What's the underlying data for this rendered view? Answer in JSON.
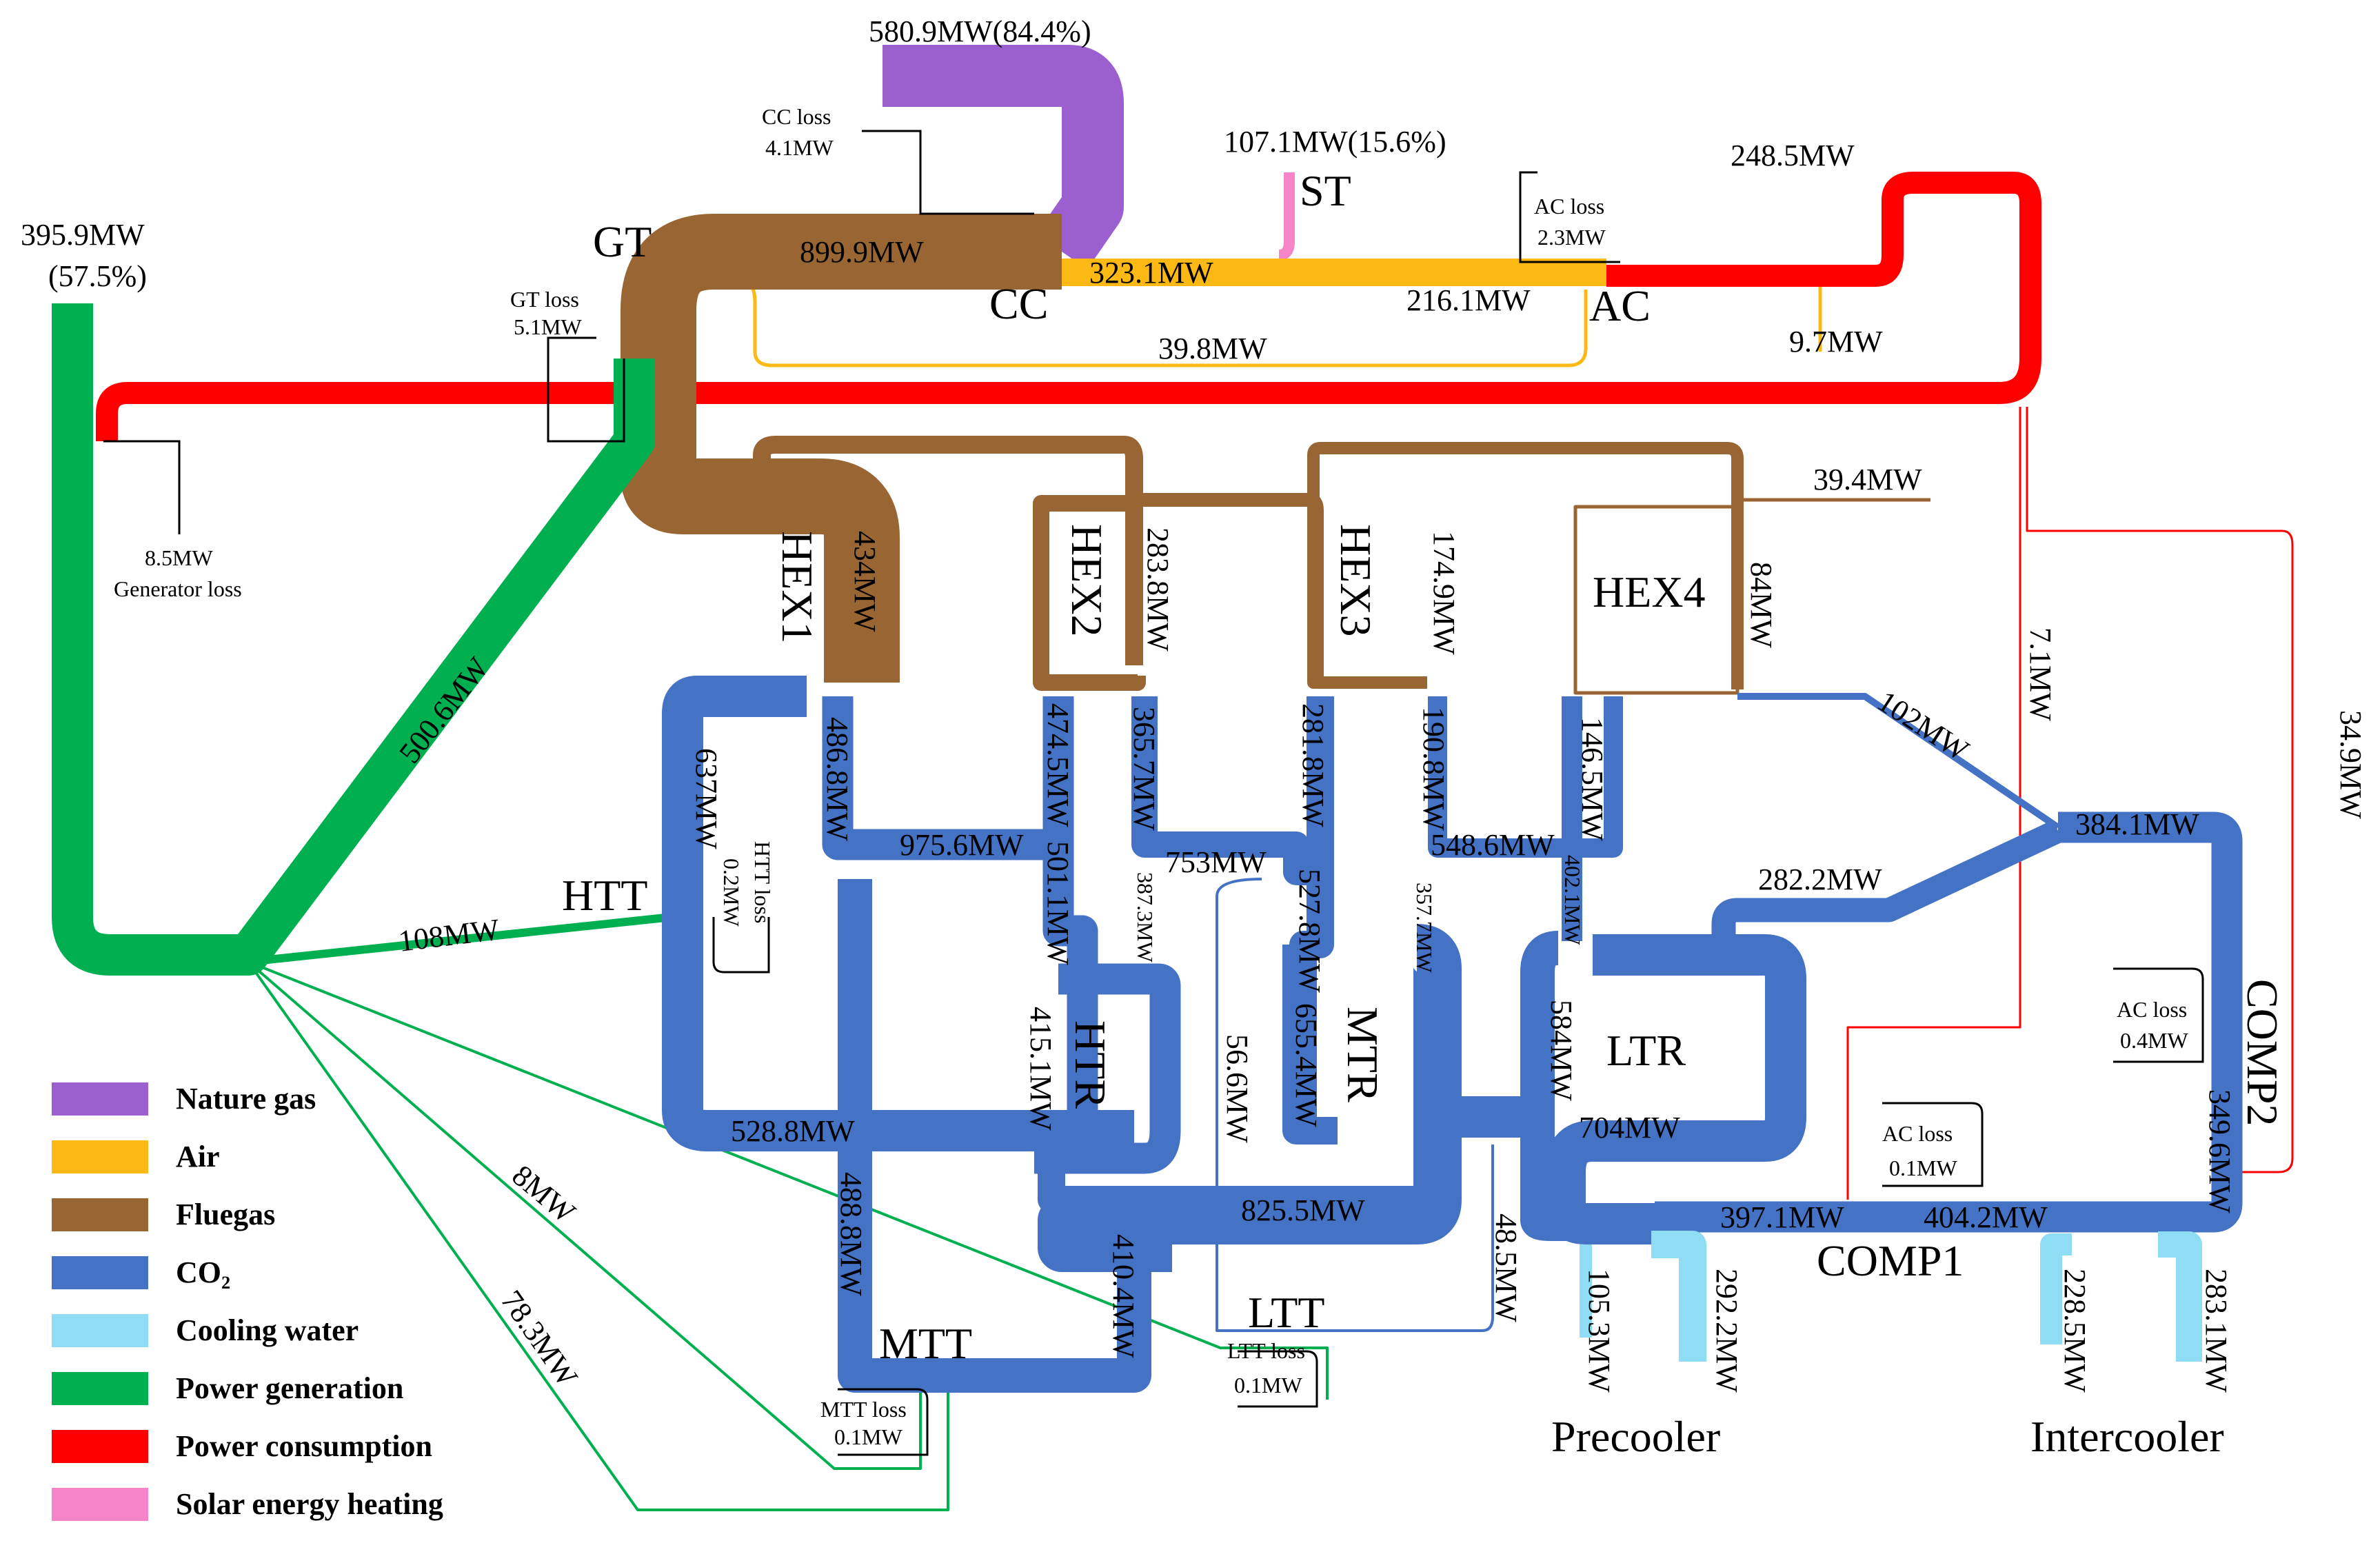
{
  "colors": {
    "nature_gas": "#9b5fcf",
    "air": "#fdb913",
    "fluegas": "#996633",
    "co2": "#4472c4",
    "cooling_water": "#8fdcf5",
    "power_generation": "#00b050",
    "power_consumption": "#ff0000",
    "solar": "#f585c8"
  },
  "units": {
    "gt": "GT",
    "cc": "CC",
    "st": "ST",
    "ac": "AC",
    "hex1": "HEX1",
    "hex2": "HEX2",
    "hex3": "HEX3",
    "hex4": "HEX4",
    "htt": "HTT",
    "mtt": "MTT",
    "ltt": "LTT",
    "htr": "HTR",
    "mtr": "MTR",
    "ltr": "LTR",
    "comp1": "COMP1",
    "comp2": "COMP2",
    "precooler": "Precooler",
    "intercooler": "Intercooler"
  },
  "labels": {
    "gas_in": "580.9MW(84.4%)",
    "solar_in": "107.1MW(15.6%)",
    "power_out_1": "395.9MW",
    "power_out_2": "(57.5%)",
    "cc_loss_1": "CC loss",
    "cc_loss_2": "4.1MW",
    "gt_loss_1": "GT loss",
    "gt_loss_2": "5.1MW",
    "ac_loss_1": "AC loss",
    "ac_loss_2": "2.3MW",
    "gen_loss_1": "8.5MW",
    "gen_loss_2": "Generator loss",
    "htt_loss_1": "HTT loss",
    "htt_loss_2": "0.2MW",
    "mtt_loss_1": "MTT loss",
    "mtt_loss_2": "0.1MW",
    "ltt_loss_1": "LTT loss",
    "ltt_loss_2": "0.1MW",
    "comp1_loss_1": "AC loss",
    "comp1_loss_2": "0.1MW",
    "comp2_loss_1": "AC loss",
    "comp2_loss_2": "0.4MW",
    "f_gt": "899.9MW",
    "f_air": "323.1MW",
    "f_air2": "216.1MW",
    "f_air_bypass": "39.8MW",
    "f_ac_power": "248.5MW",
    "f_97": "9.7MW",
    "f_394": "39.4MW",
    "f_hex1": "434MW",
    "f_hex2": "283.8MW",
    "f_hex3": "174.9MW",
    "f_hex4": "84MW",
    "f_5006": "500.6MW",
    "f_108": "108MW",
    "f_8": "8MW",
    "f_783": "78.3MW",
    "f_637": "637MW",
    "f_4868": "486.8MW",
    "f_9756": "975.6MW",
    "f_4745": "474.5MW",
    "f_3657": "365.7MW",
    "f_5011": "501.1MW",
    "f_387": "387.3MW",
    "f_753": "753MW",
    "f_2818": "281.8MW",
    "f_1908": "190.8MW",
    "f_5486": "548.6MW",
    "f_5278": "527.8MW",
    "f_3577": "357.7MW",
    "f_1465": "146.5MW",
    "f_4021": "402.1MW",
    "f_102": "102MW",
    "f_3841": "384.1MW",
    "f_2822": "282.2MW",
    "f_4151": "415.1MW",
    "f_5288": "528.8MW",
    "f_566": "56.6MW",
    "f_6554": "655.4MW",
    "f_584": "584MW",
    "f_704": "704MW",
    "f_4888": "488.8MW",
    "f_4104": "410.4MW",
    "f_8255": "825.5MW",
    "f_485": "48.5MW",
    "f_3971": "397.1MW",
    "f_4042": "404.2MW",
    "f_3496": "349.6MW",
    "f_71": "7.1MW",
    "f_349": "34.9MW",
    "f_1053": "105.3MW",
    "f_2922": "292.2MW",
    "f_2285": "228.5MW",
    "f_2831": "283.1MW"
  },
  "legend": [
    {
      "label": "Nature gas",
      "color_key": "nature_gas"
    },
    {
      "label": "Air",
      "color_key": "air"
    },
    {
      "label": "Fluegas",
      "color_key": "fluegas"
    },
    {
      "label": "CO₂",
      "color_key": "co2"
    },
    {
      "label": "Cooling water",
      "color_key": "cooling_water"
    },
    {
      "label": "Power generation",
      "color_key": "power_generation"
    },
    {
      "label": "Power consumption",
      "color_key": "power_consumption"
    },
    {
      "label": "Solar energy heating",
      "color_key": "solar"
    }
  ]
}
